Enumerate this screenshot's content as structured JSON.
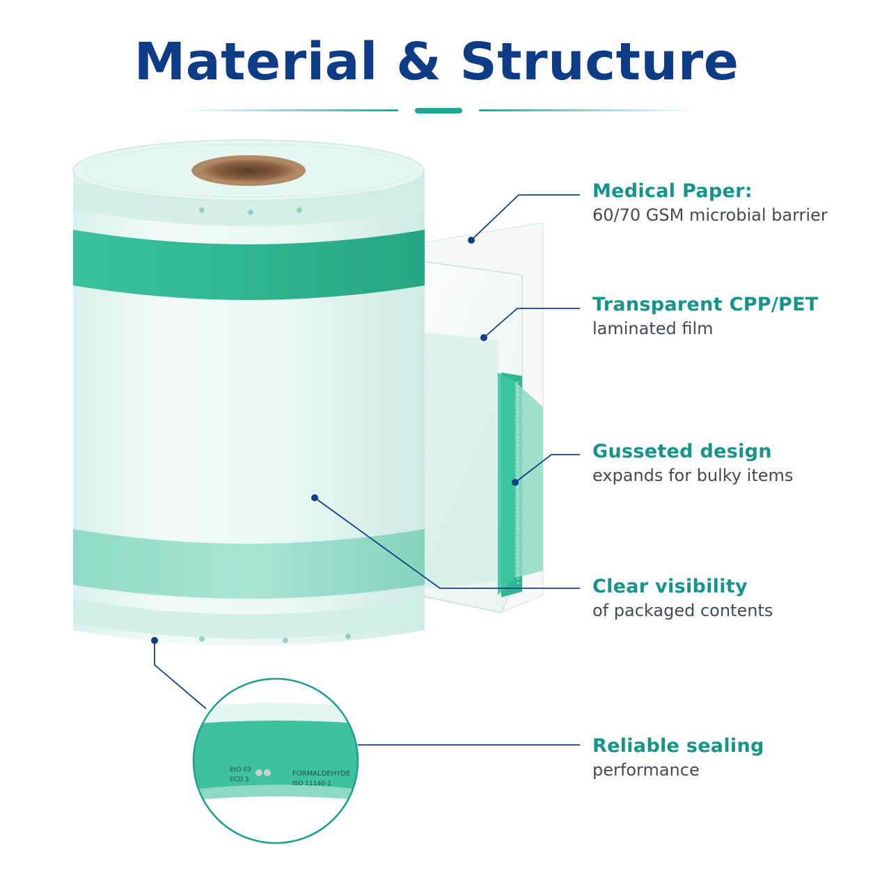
{
  "page": {
    "title": "Material & Structure"
  },
  "callouts": [
    {
      "id": "medical-paper",
      "title": "Medical Paper:",
      "text": "60/70 GSM microbial barrier"
    },
    {
      "id": "transparent-film",
      "title": "Transparent CPP/PET",
      "text": "laminated film"
    },
    {
      "id": "gusseted-design",
      "title": "Gusseted design",
      "text": "expands for bulky items"
    },
    {
      "id": "clear-visibility",
      "title": "Clear visibility",
      "text": "of packaged contents"
    },
    {
      "id": "reliable-sealing",
      "title": "Reliable sealing",
      "text": "performance"
    }
  ],
  "zoom_print": {
    "line1": "FORMALDEHYDE",
    "line2": "ISO 11140-1",
    "code1": "EtO 03",
    "code2": "ECD 3"
  },
  "colors": {
    "title": "#0d3b85",
    "accent": "#1ca897",
    "callout_title": "#14948a",
    "leader_line": "#123e82",
    "band_green": "#3cc39f"
  },
  "icons": [
    "leader-dot",
    "magnifier-circle"
  ]
}
